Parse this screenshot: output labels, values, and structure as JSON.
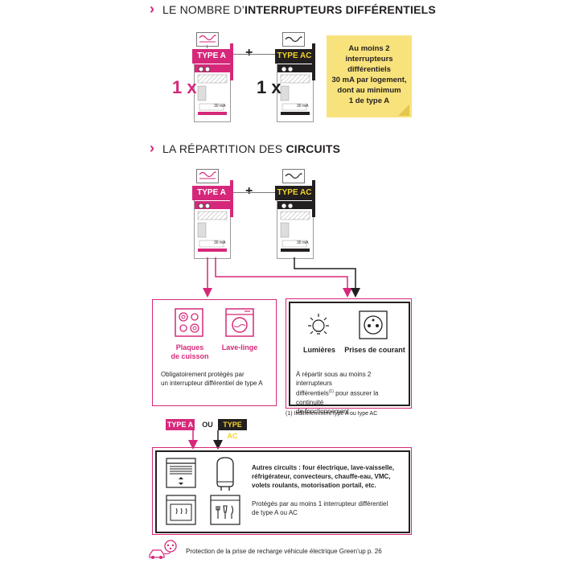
{
  "section1": {
    "chevron": "›",
    "title_pre": "LE NOMBRE D’",
    "title_bold": "INTERRUPTEURS DIFFÉRENTIELS"
  },
  "section2": {
    "chevron": "›",
    "title_pre": "LA RÉPARTITION DES ",
    "title_bold": "CIRCUITS"
  },
  "breaker_a": {
    "label": "TYPE A",
    "rating": "30 mA",
    "color": "#d6287a"
  },
  "breaker_ac": {
    "label": "TYPE AC",
    "rating": "30 mA",
    "color": "#231f20",
    "text_color": "#f2d32b"
  },
  "multiplier_a": "1 x",
  "multiplier_ac": "1 x",
  "plus": "+",
  "sticky_note": {
    "lines": [
      "Au moins 2",
      "interrupteurs",
      "différentiels",
      "30 mA par logement,",
      "dont au minimum",
      "1 de type A"
    ],
    "color": "#f8e27c"
  },
  "left_box": {
    "items": [
      {
        "icon": "cooktop-icon",
        "label_1": "Plaques",
        "label_2": "de cuisson"
      },
      {
        "icon": "washing-machine-icon",
        "label_1": "Lave-linge",
        "label_2": ""
      }
    ],
    "description_1": "Obligatoirement protégés par",
    "description_2": "un interrupteur différentiel de type A"
  },
  "right_box": {
    "items": [
      {
        "icon": "light-bulb-icon",
        "label": "Lumières"
      },
      {
        "icon": "power-outlet-icon",
        "label": "Prises de courant"
      }
    ],
    "description_1": "À répartir sous au moins 2 interrupteurs",
    "description_2a": "différentiels",
    "description_2sup": "(1)",
    "description_2b": " pour assurer la continuité",
    "description_3": "de fonctionnement"
  },
  "footnote": "(1) Indifféremment type A ou type AC",
  "selector": {
    "tag_a": "TYPE A",
    "ou": "OU",
    "tag_ac": "TYPE AC"
  },
  "bottom_box": {
    "icons": [
      "roller-shutter-icon",
      "water-heater-icon",
      "oven-icon",
      "dishwasher-icon"
    ],
    "text_1": "Autres circuits : four électrique, lave-vaisselle,",
    "text_2": "réfrigérateur, convecteurs, chauffe-eau, VMC,",
    "text_3": "volets roulants, motorisation portail, etc.",
    "text_4": "Protégés par au moins 1 interrupteur différentiel",
    "text_5": "de type A ou AC"
  },
  "ev_note": "Protection de la prise de recharge véhicule électrique Green’up p. 26",
  "colors": {
    "accent": "#d6287a",
    "dark": "#231f20",
    "yellow": "#f2d32b"
  }
}
